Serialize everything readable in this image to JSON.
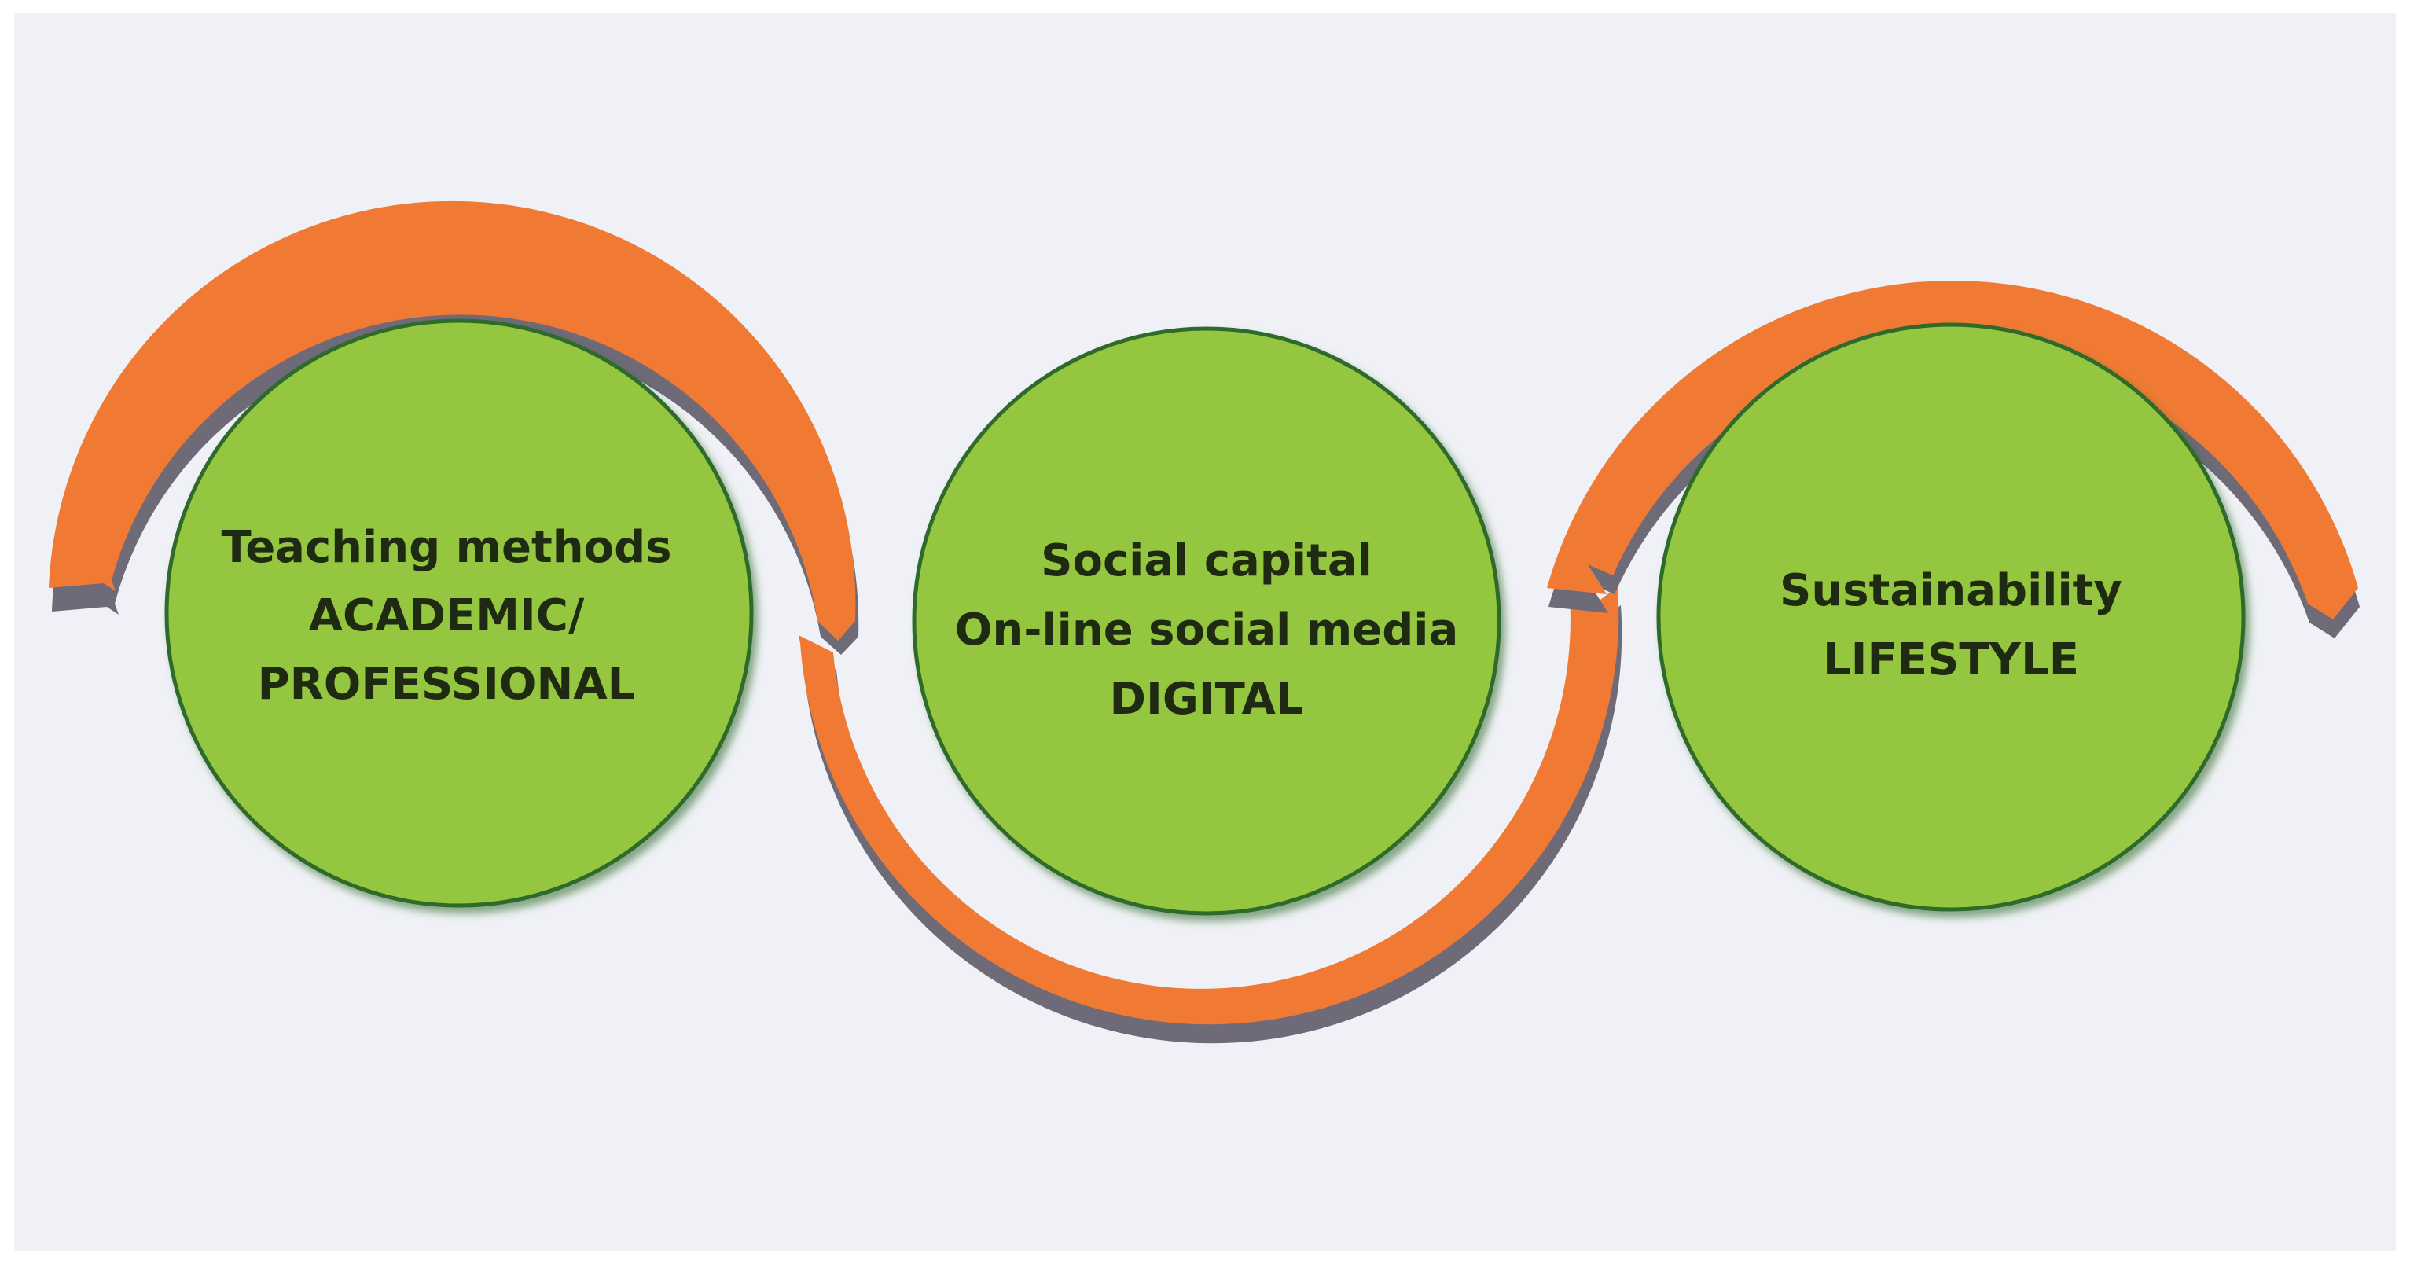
{
  "diagram": {
    "colors": {
      "background": "#eff1f6",
      "circle_fill": "#95c640",
      "circle_edge": "#2f6b2a",
      "arc_fill": "#f07a34",
      "arc_shadow": "#6e6a78",
      "text": "#1f2a12"
    },
    "nodes": [
      {
        "id": "teaching",
        "lines": [
          "Teaching methods",
          "ACADEMIC/",
          "PROFESSIONAL"
        ]
      },
      {
        "id": "social",
        "lines": [
          "Social capital",
          "On-line social media",
          "DIGITAL"
        ]
      },
      {
        "id": "sustainability",
        "lines": [
          "Sustainability",
          "LIFESTYLE"
        ]
      }
    ]
  }
}
